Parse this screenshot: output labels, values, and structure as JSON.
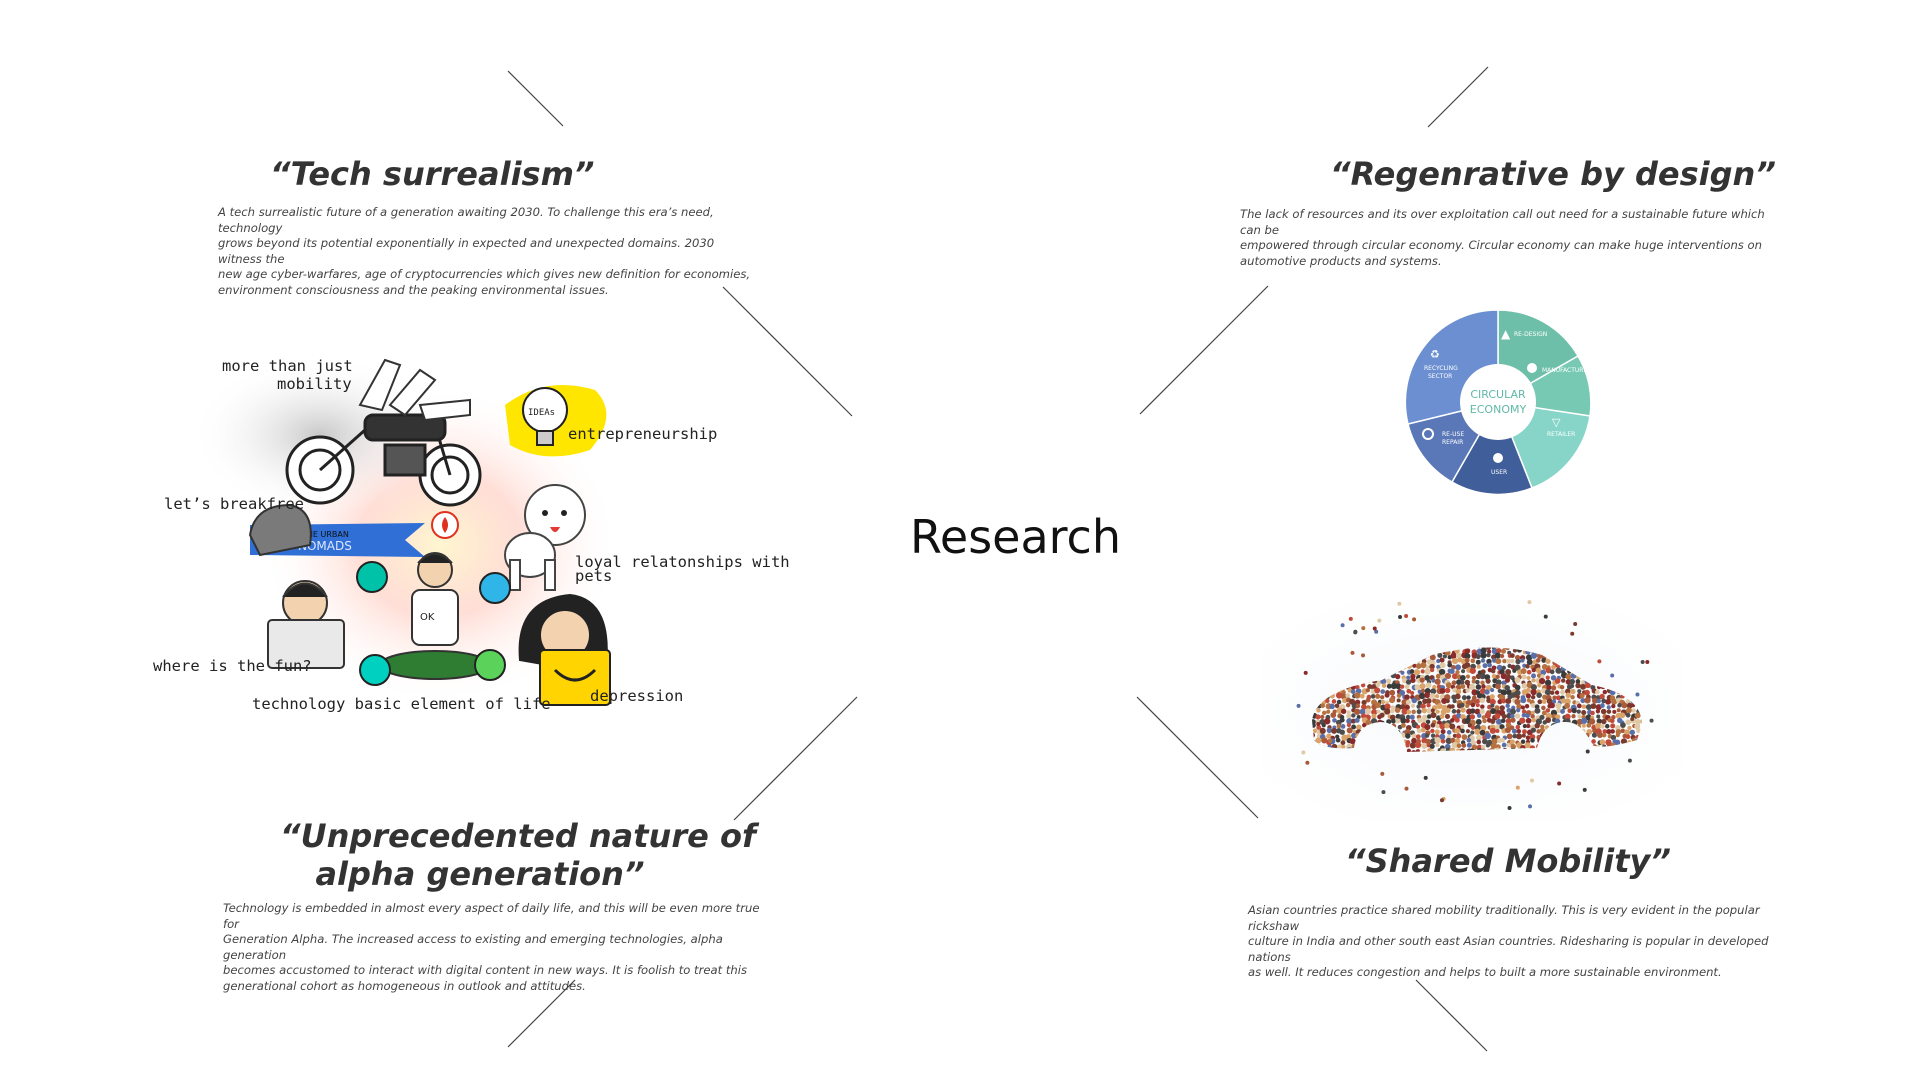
{
  "center_title": "Research",
  "sections": {
    "tech": {
      "title": "“Tech surrealism”",
      "lines": [
        "A  tech surrealistic future of a generation awaiting 2030. To challenge this era’s need, technology",
        "grows beyond its potential exponentially in expected and unexpected domains. 2030 witness the",
        "new age cyber-warfares, age of cryptocurrencies which gives new definition for economies,",
        "environment consciousness and the peaking environmental issues."
      ]
    },
    "regen": {
      "title": "“Regenrative by design”",
      "lines": [
        "The lack of resources and its over exploitation call out need for a sustainable future which can be",
        "empowered through circular economy. Circular economy can make huge interventions on",
        "automotive products and systems."
      ]
    },
    "alpha": {
      "title_line1": "“Unprecedented nature of",
      "title_line2": "alpha generation”",
      "lines": [
        "Technology is embedded in almost every aspect of daily life, and this will be even more true for",
        "Generation Alpha. The increased access to existing and emerging technologies, alpha generation",
        "becomes accustomed to interact with digital content in new ways. It is foolish to treat this",
        "generational cohort as homogeneous in outlook and attitudes."
      ]
    },
    "shared": {
      "title": "“Shared Mobility”",
      "lines": [
        "Asian countries practice shared mobility traditionally. This is very evident in the popular rickshaw",
        "culture in India and other south east Asian countries. Ridesharing is popular in developed nations",
        "as well. It reduces congestion and helps to built a more sustainable environment."
      ]
    }
  },
  "collage": {
    "labels": {
      "more_than_1": "more than just",
      "more_than_2": "mobility",
      "entrepreneurship": "entrepreneurship",
      "breakfree": "let’s breakfree",
      "pets_1": "loyal relatonships with",
      "pets_2": "pets",
      "fun": "where is the fun?",
      "depression": "depression",
      "technology": "technology  basic element of  life",
      "ideas": "IDEAs",
      "urban_1": "THE URBAN",
      "urban_2": "NOMADS",
      "shirt": "OK"
    }
  },
  "wheel": {
    "center_1": "CIRCULAR",
    "center_2": "ECONOMY",
    "segments": {
      "redesign": "RE-DESIGN",
      "manufacture": "MANUFACTURE",
      "retailer": "RETAILER",
      "user": "USER",
      "reuse_1": "RE-USE",
      "reuse_2": "REPAIR",
      "recycling_1": "RECYCLING",
      "recycling_2": "SECTOR"
    },
    "colors": {
      "redesign": "#6dbfa9",
      "manufacture": "#78c9b4",
      "retailer": "#86d5c8",
      "user": "#3f5e9a",
      "reuse": "#5a78b8",
      "recycling": "#6b8fd0"
    }
  }
}
